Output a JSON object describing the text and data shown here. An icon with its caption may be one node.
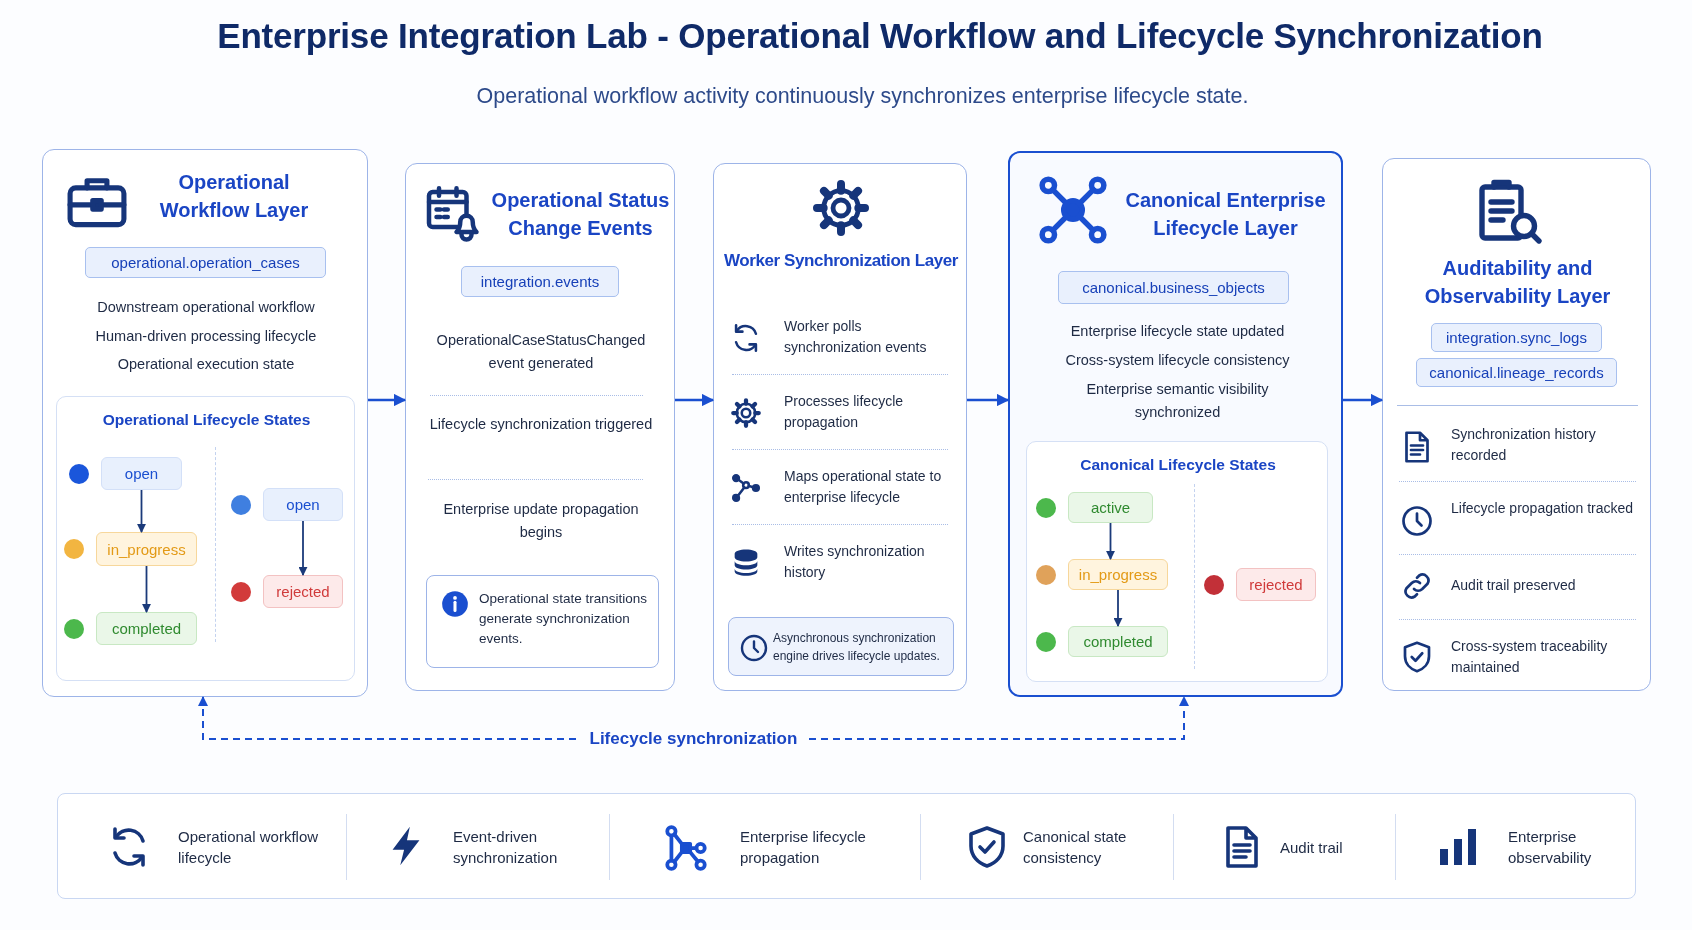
{
  "diagram": {
    "title": "Enterprise Integration Lab - Operational Workflow and Lifecycle Synchronization",
    "nodes": [
      {
        "text": [
          "Operational Workflow Layer",
          "operational.operation_cases",
          "Downstream operational workflow",
          "Human-driven processing lifecycle",
          "Operational execution state"
        ]
      },
      {
        "text": [
          "Operational Lifecycle States"
        ],
        "in": 0
      },
      {
        "text": [
          "open"
        ],
        "in": 1
      },
      {
        "text": [
          "in_progress"
        ],
        "in": 1
      },
      {
        "text": [
          "completed"
        ],
        "in": 1
      },
      {
        "text": [
          "open"
        ],
        "in": 1
      },
      {
        "text": [
          "rejected"
        ],
        "in": 1
      },
      {
        "text": [
          "Operational Status Change Events",
          "integration.events",
          "OperationalCaseStatusChanged event generated",
          "Lifecycle synchronization triggered",
          "Enterprise update propagation begins"
        ]
      },
      {
        "text": [
          "Operational state transitions generate synchronization events."
        ],
        "in": 7
      },
      {
        "text": [
          "Worker Synchronization Layer",
          "Worker polls synchronization events",
          "Processes lifecycle propagation",
          "Maps operational state to enterprise lifecycle",
          "Writes synchronization history"
        ]
      },
      {
        "text": [
          "Asynchronous synchronization engine drives lifecycle updates."
        ],
        "in": 9
      },
      {
        "text": [
          "Canonical Enterprise Lifecycle Layer",
          "canonical.business_objects",
          "Enterprise lifecycle state updated",
          "Cross-system lifecycle consistency",
          "Enterprise semantic visibility synchronized"
        ]
      },
      {
        "text": [
          "Canonical Lifecycle States"
        ],
        "in": 11
      },
      {
        "text": [
          "active"
        ],
        "in": 12
      },
      {
        "text": [
          "in_progress"
        ],
        "in": 12
      },
      {
        "text": [
          "completed"
        ],
        "in": 12
      },
      {
        "text": [
          "rejected"
        ],
        "in": 12
      },
      {
        "text": [
          "Auditability and Observability Layer",
          "integration.sync_logs",
          "canonical.lineage_records",
          "Synchronization history recorded",
          "Lifecycle propagation tracked",
          "Audit trail preserved",
          "Cross-system traceability maintained"
        ]
      },
      {
        "text": [
          "Operational workflow lifecycle",
          "Event-driven synchronization",
          "Enterprise lifecycle propagation",
          "Canonical state consistency",
          "Audit trail",
          "Enterprise observability"
        ]
      }
    ],
    "edges": [
      {
        "from": 0,
        "to": 7,
        "arrow": "to"
      },
      {
        "from": 7,
        "to": 9,
        "arrow": "to"
      },
      {
        "from": 9,
        "to": 11,
        "arrow": "to"
      },
      {
        "from": 11,
        "to": 17,
        "arrow": "to"
      },
      {
        "from": 2,
        "to": 3,
        "arrow": "to",
        "color": "#1b3a7a"
      },
      {
        "from": 3,
        "to": 4,
        "arrow": "to",
        "color": "#1b3a7a"
      },
      {
        "from": 5,
        "to": 6,
        "arrow": "to",
        "color": "#1b3a7a"
      },
      {
        "from": 13,
        "to": 14,
        "arrow": "to",
        "color": "#1b3a7a"
      },
      {
        "from": 14,
        "to": 15,
        "arrow": "to",
        "color": "#1b3a7a"
      },
      {
        "from": 0,
        "to": 11,
        "arrow": "both",
        "style": "dashed",
        "label": "Lifecycle synchronization"
      }
    ],
    "labels": [
      "Operational workflow activity continuously synchronizes enterprise lifecycle state."
    ]
  }
}
